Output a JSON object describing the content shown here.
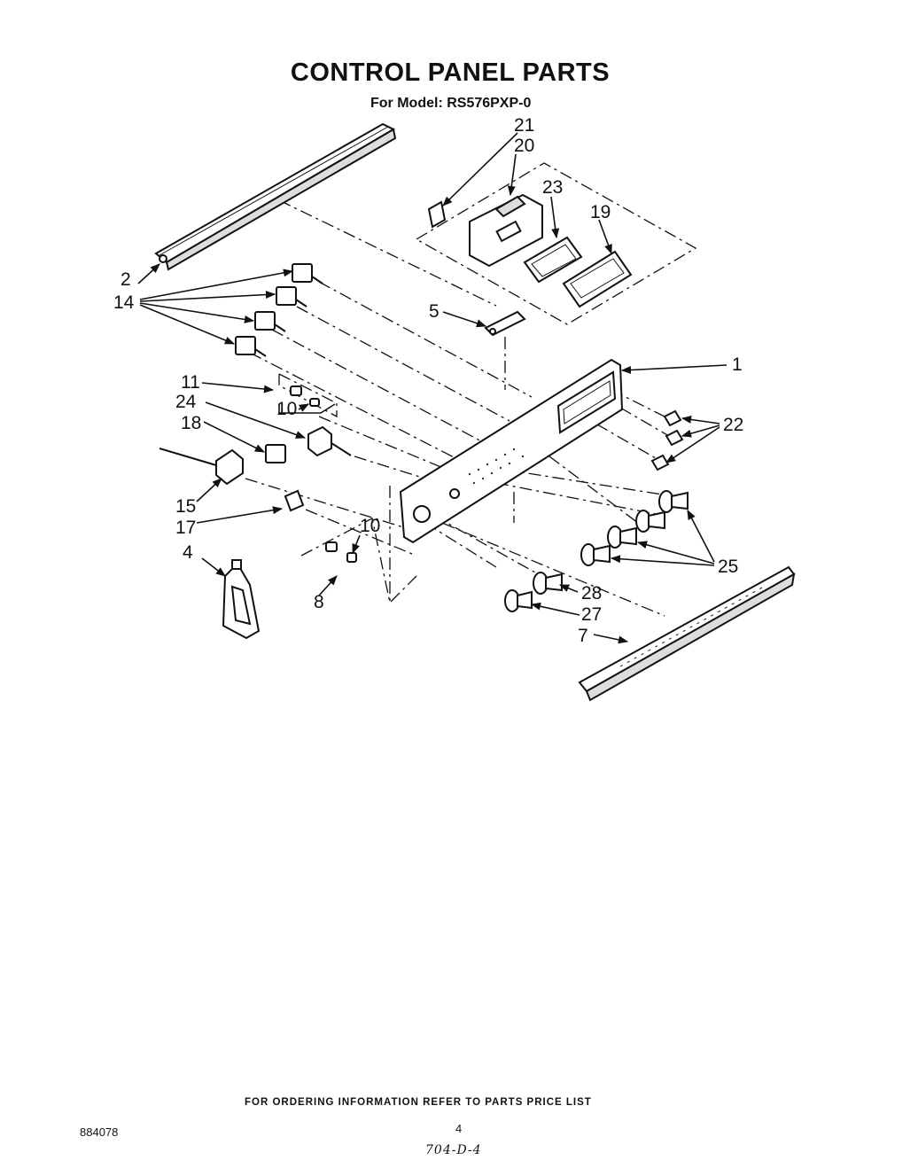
{
  "title": "CONTROL PANEL PARTS",
  "subtitle": "For Model: RS576PXP-0",
  "footer": "FOR ORDERING INFORMATION REFER TO PARTS PRICE LIST",
  "doc_number": "884078",
  "page_number": "4",
  "handwritten_note": "704-D-4",
  "callouts": {
    "c1": "1",
    "c2": "2",
    "c4": "4",
    "c5": "5",
    "c7": "7",
    "c8": "8",
    "c10a": "10",
    "c10b": "10",
    "c11": "11",
    "c14": "14",
    "c15": "15",
    "c17": "17",
    "c18": "18",
    "c19": "19",
    "c20": "20",
    "c21": "21",
    "c22": "22",
    "c23": "23",
    "c24": "24",
    "c25": "25",
    "c27": "27",
    "c28": "28"
  }
}
